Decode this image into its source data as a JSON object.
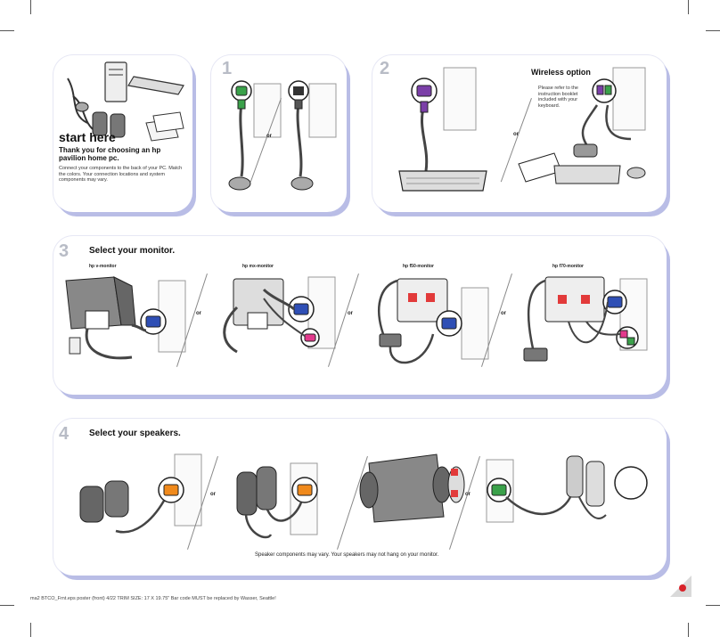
{
  "intro": {
    "title": "start here",
    "subtitle": "Thank you for choosing an hp pavilion home pc.",
    "body": "Connect your components to the back of your PC. Match the colors. Your connection locations and system components may vary."
  },
  "step1": {
    "number": "1",
    "or": "or"
  },
  "step2": {
    "number": "2",
    "wireless_title": "Wireless option",
    "wireless_note": "Please refer to the instruction booklet included with your keyboard.",
    "or": "or"
  },
  "step3": {
    "number": "3",
    "title": "Select your monitor.",
    "monitors": [
      "hp v-monitor",
      "hp mx-monitor",
      "hp f50-monitor",
      "hp f70-monitor"
    ],
    "or": "or"
  },
  "step4": {
    "number": "4",
    "title": "Select your speakers.",
    "note": "Speaker components may vary. Your speakers may not hang on your monitor.",
    "or": "or"
  },
  "footer": {
    "text": "ma2 BTCO_Frnt.eps poster (front)   4/22  TRIM SIZE:  17 X 19.75\"   Bar code MUST be replaced by Wasser, Seattle!"
  },
  "colors": {
    "panel_shadow": "#b9bde6",
    "keyboard_port": "#7b3fa8",
    "mouse_port": "#3aa14a",
    "monitor_port": "#2f4fb5",
    "speaker_port": "#f08a1c",
    "mic_port": "#e23a8c"
  }
}
